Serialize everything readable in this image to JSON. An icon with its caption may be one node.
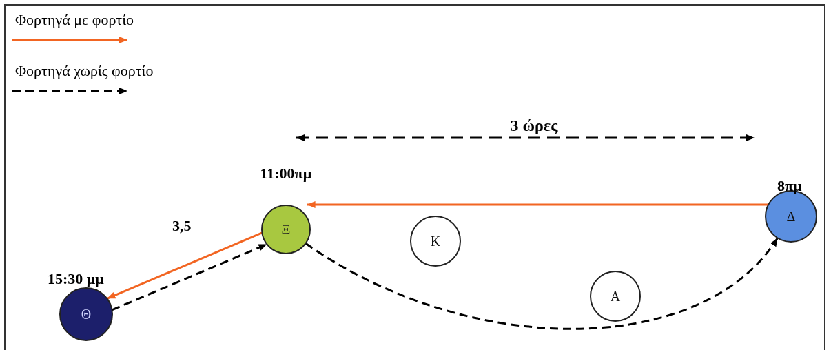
{
  "diagram": {
    "nodes": [
      {
        "text": [
          "Ξ"
        ],
        "beside": [
          "11:00πμ"
        ]
      },
      {
        "text": [
          "Δ"
        ],
        "beside": [
          "8πμ"
        ]
      },
      {
        "text": [
          "Θ"
        ],
        "beside": [
          "15:30 μμ"
        ]
      },
      {
        "text": [
          "Κ"
        ]
      },
      {
        "text": [
          "Α"
        ]
      }
    ],
    "edges": [
      {
        "from": 1,
        "to": 0,
        "arrow": "to",
        "color": "#f26522"
      },
      {
        "from": 0,
        "to": 2,
        "arrow": "to",
        "color": "#f26522",
        "label": "3,5"
      },
      {
        "from": 2,
        "to": 0,
        "arrow": "to",
        "style": "dashed",
        "color": "#000000"
      },
      {
        "from": 0,
        "to": 1,
        "arrow": "to",
        "style": "dashed",
        "color": "#000000"
      }
    ],
    "labels": [
      "3 ώρες"
    ],
    "legend": [
      {
        "text": "Φορτηγά με φορτίο"
      },
      {
        "text": "Φορτηγά χωρίς φορτίο"
      }
    ]
  }
}
